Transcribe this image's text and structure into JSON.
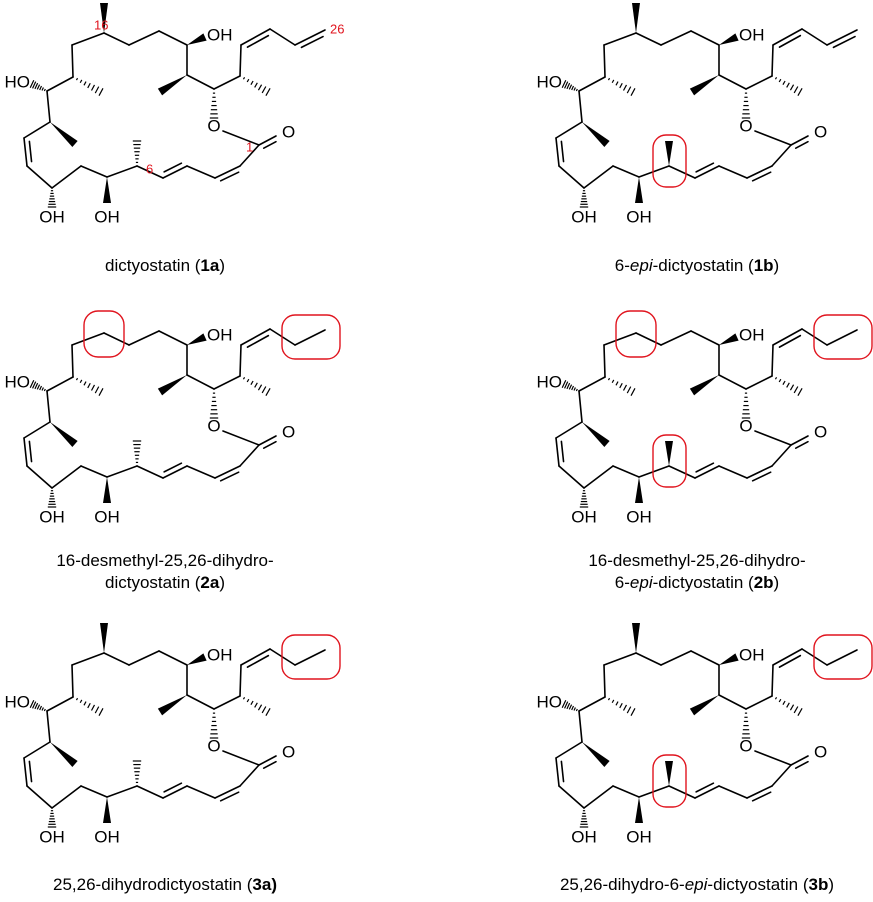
{
  "atoms": {
    "hydroxyl": "OH",
    "hydroxyl_left": "HO",
    "ester_oxygen": "O"
  },
  "numbering": {
    "c1": "1",
    "c6": "6",
    "c16": "16",
    "c26": "26"
  },
  "compounds": [
    {
      "id": "1a",
      "lines": [
        [
          {
            "t": "dictyostatin ("
          },
          {
            "t": "1a",
            "b": true
          },
          {
            "t": ")"
          }
        ]
      ],
      "epi6": false,
      "desmethyl16": false,
      "dihydro": false,
      "numbered": true
    },
    {
      "id": "1b",
      "lines": [
        [
          {
            "t": "6-"
          },
          {
            "t": "epi",
            "i": true
          },
          {
            "t": "-dictyostatin ("
          },
          {
            "t": "1b",
            "b": true
          },
          {
            "t": ")"
          }
        ]
      ],
      "epi6": true,
      "desmethyl16": false,
      "dihydro": false,
      "numbered": false
    },
    {
      "id": "2a",
      "lines": [
        [
          {
            "t": "16-desmethyl-25,26-dihydro-"
          }
        ],
        [
          {
            "t": "dictyostatin ("
          },
          {
            "t": "2a",
            "b": true
          },
          {
            "t": ")"
          }
        ]
      ],
      "epi6": false,
      "desmethyl16": true,
      "dihydro": true,
      "numbered": false
    },
    {
      "id": "2b",
      "lines": [
        [
          {
            "t": "16-desmethyl-25,26-dihydro-"
          }
        ],
        [
          {
            "t": "6-"
          },
          {
            "t": "epi",
            "i": true
          },
          {
            "t": "-dictyostatin ("
          },
          {
            "t": "2b",
            "b": true
          },
          {
            "t": ")"
          }
        ]
      ],
      "epi6": true,
      "desmethyl16": true,
      "dihydro": true,
      "numbered": false
    },
    {
      "id": "3a",
      "lines": [
        [
          {
            "t": "25,26-dihydrodictyostatin ("
          },
          {
            "t": "3a)",
            "b": true
          }
        ]
      ],
      "epi6": false,
      "desmethyl16": false,
      "dihydro": true,
      "numbered": false
    },
    {
      "id": "3b",
      "lines": [
        [
          {
            "t": "25,26-dihydro-6-"
          },
          {
            "t": "epi",
            "i": true
          },
          {
            "t": "-dictyostatin ("
          },
          {
            "t": "3b",
            "b": true
          },
          {
            "t": ")"
          }
        ]
      ],
      "epi6": true,
      "desmethyl16": false,
      "dihydro": true,
      "numbered": false
    }
  ],
  "colors": {
    "bond": "#000000",
    "highlight": "#e0141e"
  }
}
